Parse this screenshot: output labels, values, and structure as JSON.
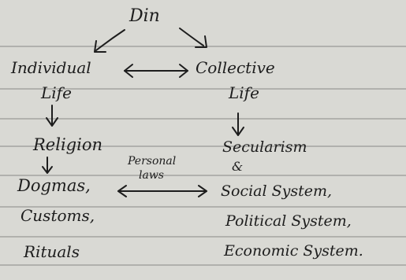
{
  "diagram": {
    "nodes": {
      "din": "Din",
      "individual": "Individual",
      "individual_life": "Life",
      "collective": "Collective",
      "collective_life": "Life",
      "religion": "Religion",
      "dogmas": "Dogmas,",
      "customs": "Customs,",
      "rituals": "Rituals",
      "secularism": "Secularism",
      "and": "&",
      "social": "Social System,",
      "political": "Political System,",
      "economic": "Economic System."
    },
    "edge_labels": {
      "personal": "Personal",
      "laws": "laws"
    }
  }
}
